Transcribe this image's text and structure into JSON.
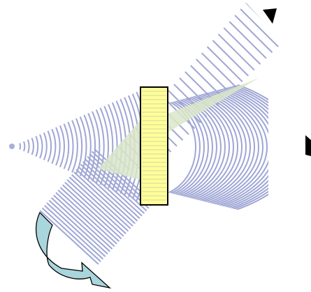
{
  "diagram": {
    "kind": "wave-propagation-through-slab",
    "source": {
      "label": "",
      "icon": "point-source-icon"
    },
    "wavefronts": {
      "incident": {
        "rings": 30
      },
      "transmitted": {
        "rings": 26
      },
      "reflected": {
        "rings": 27
      },
      "refracted": {
        "rings": 30
      }
    },
    "slab": {
      "label": "",
      "icon": "glass-slab-icon"
    },
    "arrows": [
      {
        "name": "upper-right-direction-arrow-icon"
      },
      {
        "name": "right-direction-arrow-icon"
      },
      {
        "name": "curved-rotation-arrow-icon"
      }
    ]
  },
  "colors": {
    "waves": "#9fa6d4",
    "overlap": "#dbe6c9",
    "slab_fill": "#ffff99",
    "slab_border": "#000000",
    "arrow": "#000000",
    "curved_arrow_fill": "#a9d5dc",
    "curved_arrow_stroke": "#000000",
    "source_dot": "#a9aedb"
  }
}
